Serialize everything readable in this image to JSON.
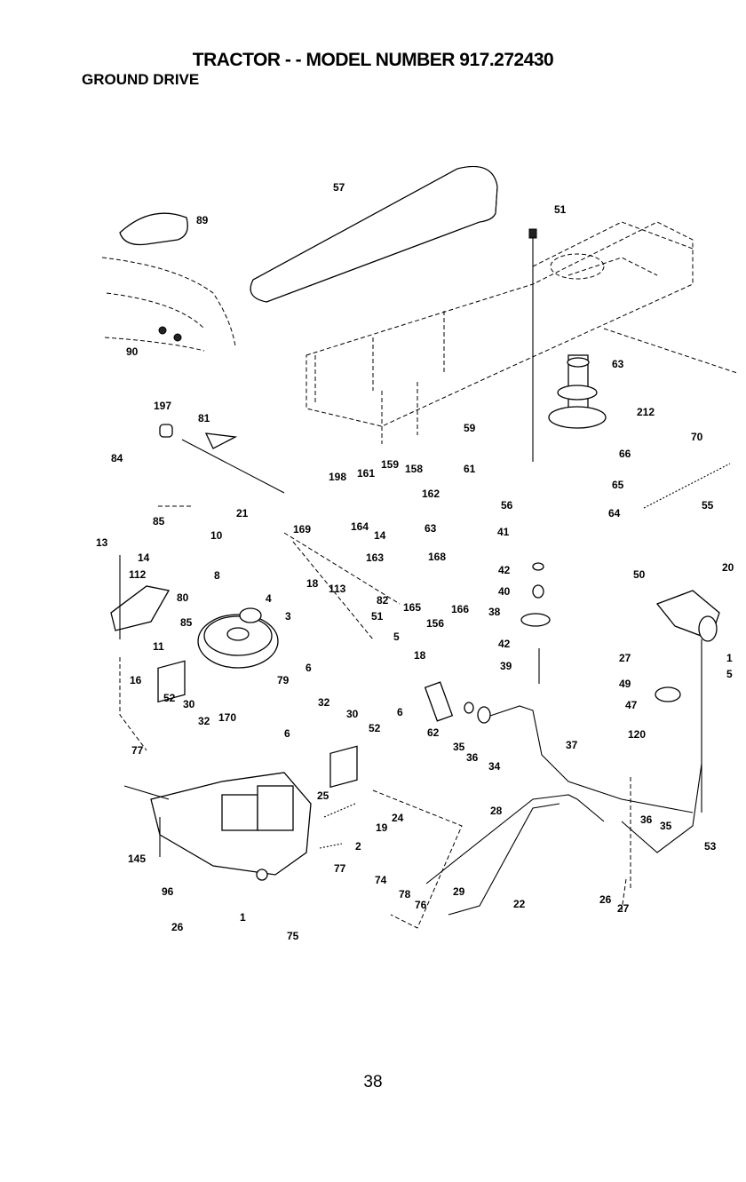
{
  "header": {
    "title": "TRACTOR - - MODEL NUMBER 917.272430",
    "section": "GROUND DRIVE"
  },
  "footer": {
    "page_number": "38"
  },
  "callouts": [
    "57",
    "51",
    "89",
    "90",
    "63",
    "212",
    "70",
    "197",
    "81",
    "84",
    "198",
    "161",
    "159",
    "158",
    "162",
    "59",
    "61",
    "66",
    "65",
    "56",
    "64",
    "55",
    "21",
    "169",
    "164",
    "14",
    "63",
    "85",
    "10",
    "163",
    "168",
    "41",
    "42",
    "50",
    "20",
    "13",
    "14",
    "112",
    "80",
    "85",
    "8",
    "18",
    "113",
    "82",
    "165",
    "166",
    "40",
    "38",
    "4",
    "3",
    "51",
    "156",
    "5",
    "42",
    "27",
    "1",
    "39",
    "11",
    "16",
    "6",
    "18",
    "79",
    "49",
    "5",
    "52",
    "30",
    "32",
    "30",
    "47",
    "62",
    "35",
    "36",
    "34",
    "37",
    "120",
    "32",
    "170",
    "52",
    "6",
    "6",
    "77",
    "25",
    "24",
    "28",
    "36",
    "35",
    "19",
    "2",
    "53",
    "145",
    "77",
    "74",
    "29",
    "22",
    "26",
    "27",
    "96",
    "78",
    "76",
    "26",
    "1",
    "75"
  ]
}
